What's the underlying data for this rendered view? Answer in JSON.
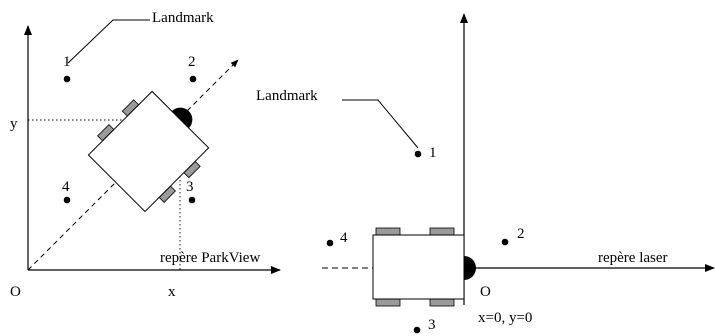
{
  "colors": {
    "ink": "#000000",
    "wheel": "#9a9a9a",
    "body": "#ffffff",
    "background": "#ffffff"
  },
  "left_frame": {
    "name": "repère ParkView",
    "origin_label": "O",
    "x_label": "x",
    "y_label": "y",
    "landmark_label": "Landmark",
    "landmarks": [
      {
        "id": "1",
        "label": "1"
      },
      {
        "id": "2",
        "label": "2"
      },
      {
        "id": "3",
        "label": "3"
      },
      {
        "id": "4",
        "label": "4"
      }
    ]
  },
  "right_frame": {
    "name": "repère laser",
    "origin_label": "O",
    "origin_coords": "x=0, y=0",
    "landmark_label": "Landmark",
    "landmarks": [
      {
        "id": "1",
        "label": "1"
      },
      {
        "id": "2",
        "label": "2"
      },
      {
        "id": "3",
        "label": "3"
      },
      {
        "id": "4",
        "label": "4"
      }
    ]
  }
}
